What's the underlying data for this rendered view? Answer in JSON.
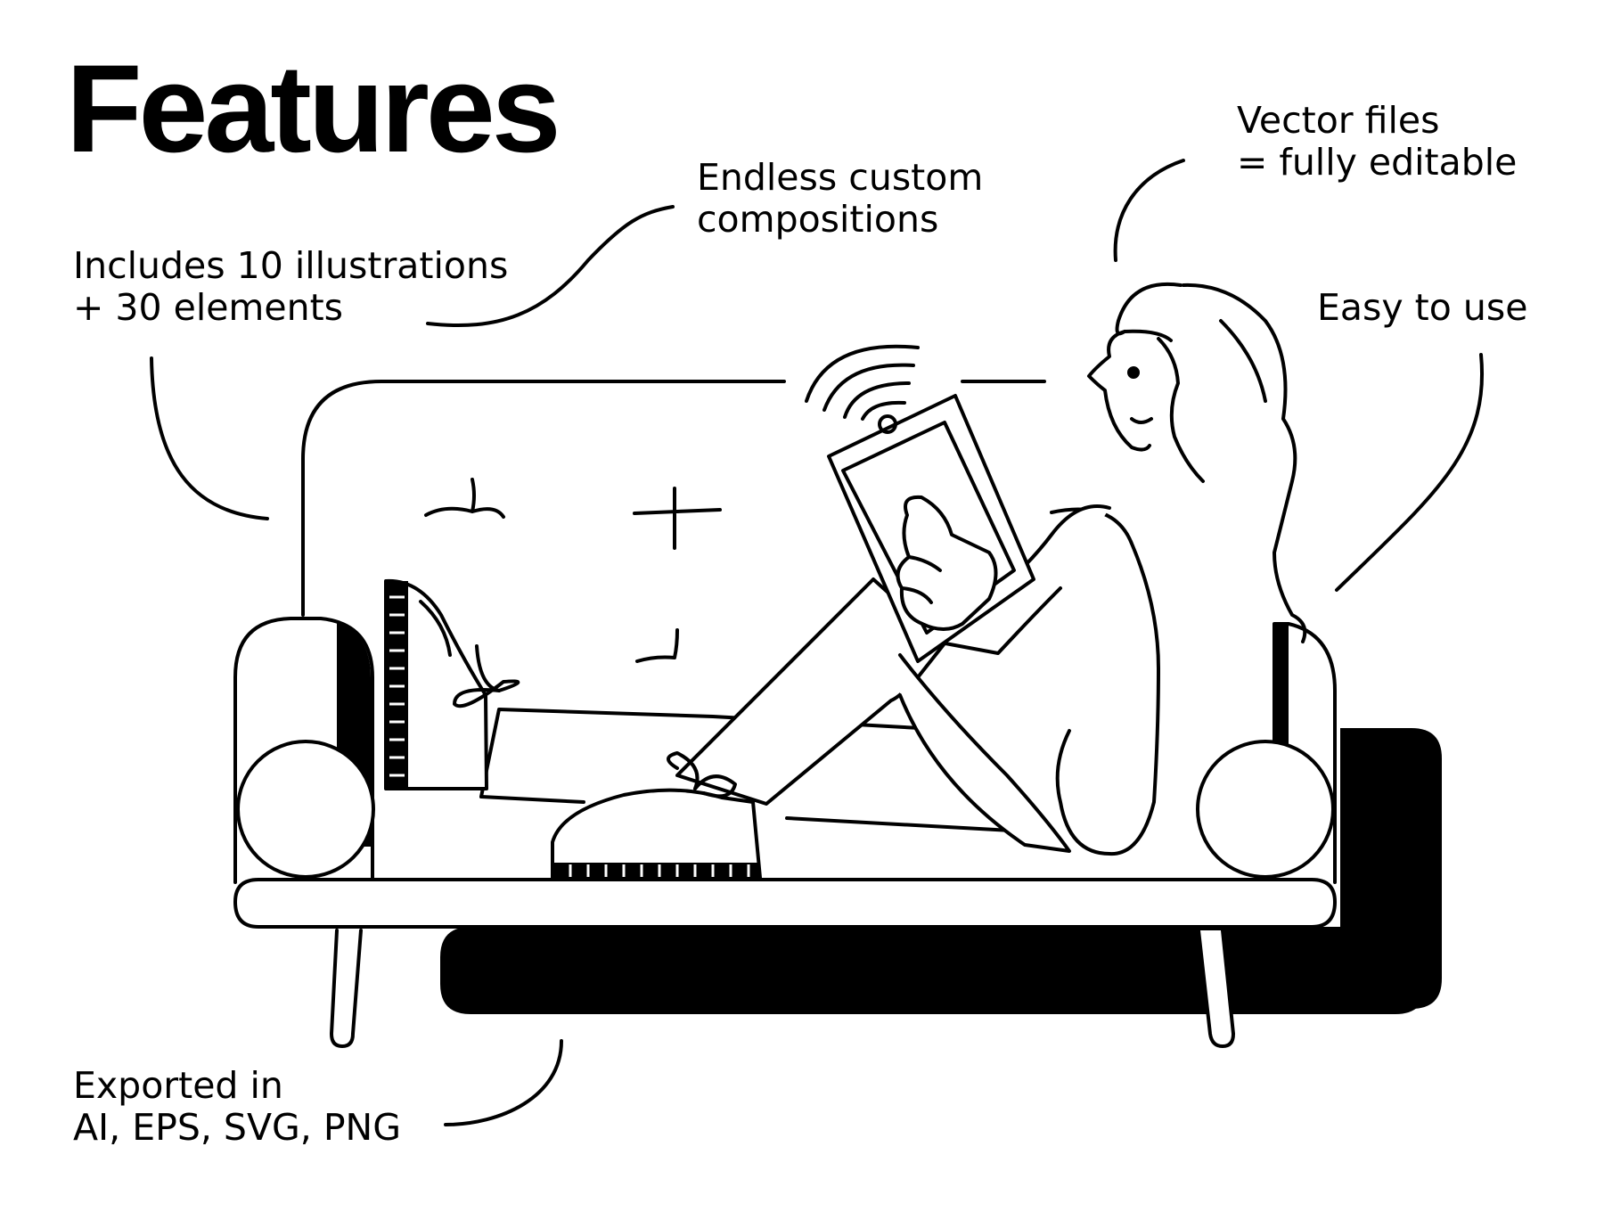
{
  "title": "Features",
  "callouts": {
    "illustrations": {
      "line1": "Includes 10 illustrations",
      "line2": "+ 30 elements"
    },
    "compositions": {
      "line1": "Endless custom",
      "line2": "compositions"
    },
    "vector": {
      "line1": "Vector files",
      "line2": "= fully editable"
    },
    "easy": {
      "line1": "Easy to use"
    },
    "export": {
      "line1": "Exported in",
      "line2": "AI, EPS, SVG, PNG"
    }
  },
  "colors": {
    "ink": "#000000",
    "paper": "#ffffff"
  },
  "illustration": {
    "subject": "woman-reading-tablet-on-sofa",
    "elements": [
      "sofa",
      "cushions",
      "wifi-icon",
      "tablet",
      "woman",
      "sneaker"
    ]
  }
}
